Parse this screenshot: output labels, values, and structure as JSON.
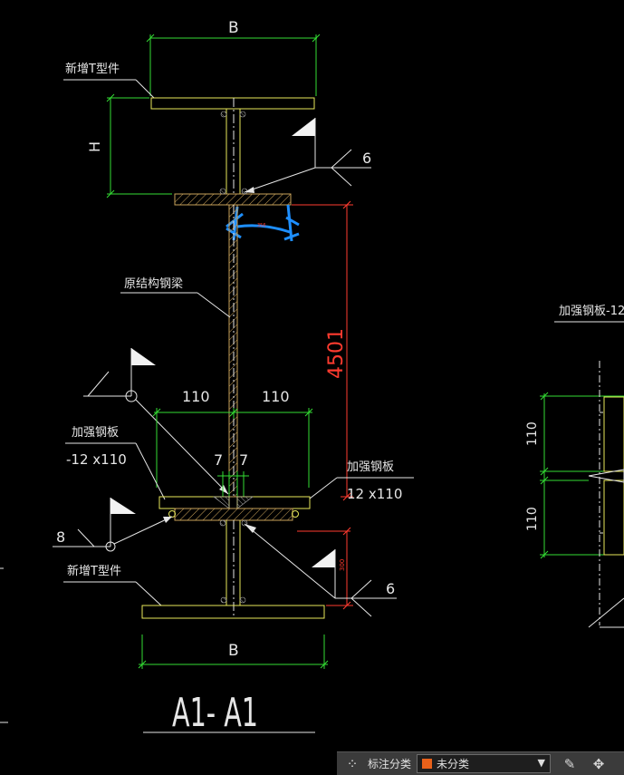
{
  "drawing": {
    "dim_B_top": "B",
    "dim_B_bottom": "B",
    "dim_H": "H",
    "label_new_t_top": "新增T型件",
    "label_new_t_bottom": "新增T型件",
    "label_orig_beam": "原结构钢梁",
    "label_stiffener_left_line1": "加强钢板",
    "label_stiffener_left_line2": "-12 x110",
    "label_stiffener_right_line1": "加强钢板",
    "label_stiffener_right_line2": "12 x110",
    "weld_size_top": "6",
    "weld_size_bottom": "6",
    "weld_size_left": "8",
    "dim_110_left": "110",
    "dim_110_right": "110",
    "dim_7_left": "7",
    "dim_7_right": "7",
    "dim_4501": "4501",
    "dim_small_red": "300",
    "section_title": "A1- A1",
    "side_label": "加强钢板-12",
    "side_dim_110_top": "110",
    "side_dim_110_bottom": "110"
  },
  "colors": {
    "background": "#000000",
    "line_yellow": "#e8e85a",
    "dim_green": "#33dd33",
    "dim_red": "#ff3b2f",
    "text_white": "#e6e6e6",
    "markup_blue": "#1e8fff",
    "hatch": "#c9a25a"
  },
  "statusbar": {
    "label": "标注分类",
    "selected": "未分类",
    "icons": [
      "grid-icon",
      "edit-icon",
      "move-icon"
    ]
  }
}
